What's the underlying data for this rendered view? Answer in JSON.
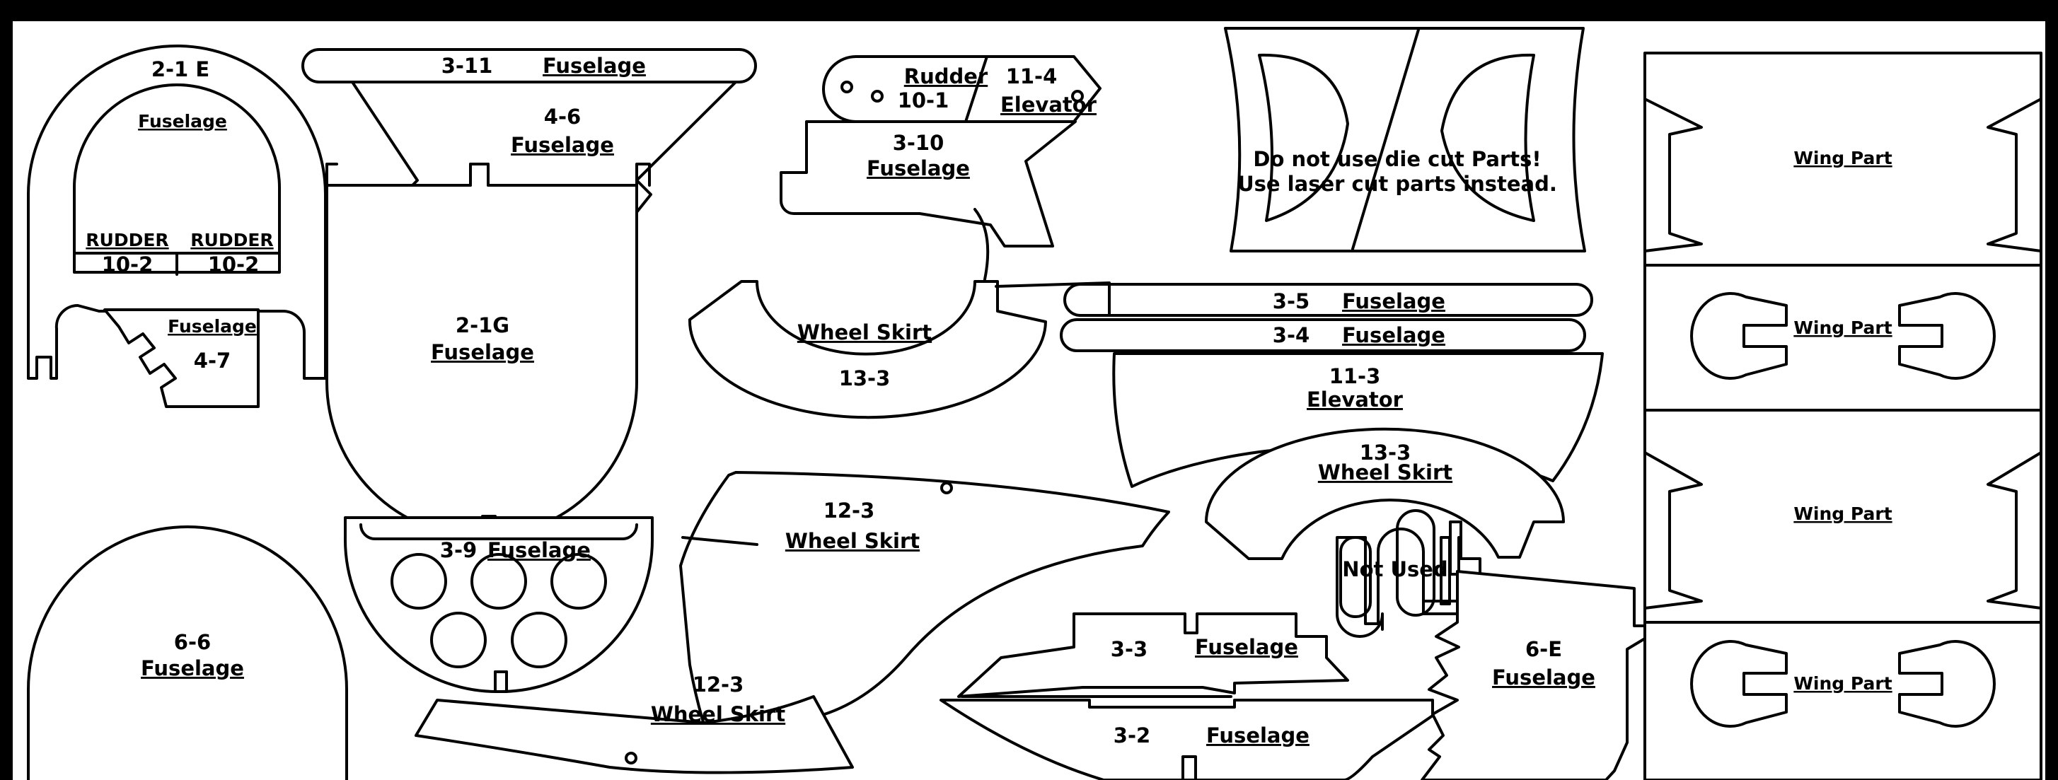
{
  "colors": {
    "frame": "#000000",
    "background": "#ffffff",
    "line": "#000000"
  },
  "parts": {
    "p2_1e": {
      "code": "2-1 E",
      "name": "Fuselage",
      "rudder_a": "RUDDER",
      "rudder_b": "RUDDER",
      "code_a": "10-2",
      "code_b": "10-2"
    },
    "p4_7": {
      "name": "Fuselage",
      "code": "4-7"
    },
    "p3_11": {
      "code": "3-11",
      "name": "Fuselage"
    },
    "p4_6": {
      "code": "4-6",
      "name": "Fuselage"
    },
    "p2_1g": {
      "code": "2-1G",
      "name": "Fuselage"
    },
    "p6_6": {
      "code": "6-6",
      "name": "Fuselage"
    },
    "p3_9": {
      "code": "3-9",
      "name": "Fuselage"
    },
    "rudder_elev": {
      "rudder": "Rudder",
      "code_rudder": "10-1",
      "code_elev": "11-4",
      "elevator": "Elevator"
    },
    "p3_10": {
      "code": "3-10",
      "name": "Fuselage"
    },
    "skirt_13_3_left": {
      "name": "Wheel Skirt",
      "code": "13-3"
    },
    "skirt_12_3_top": {
      "code": "12-3",
      "name": "Wheel Skirt"
    },
    "skirt_12_3_bottom": {
      "code": "12-3",
      "name": "Wheel Skirt"
    },
    "notice": {
      "line1": "Do not use die cut Parts!",
      "line2": "Use laser cut parts instead."
    },
    "p3_5": {
      "code": "3-5",
      "name": "Fuselage"
    },
    "p3_4": {
      "code": "3-4",
      "name": "Fuselage"
    },
    "p11_3": {
      "code": "11-3",
      "name": "Elevator"
    },
    "skirt_13_3_right": {
      "code": "13-3",
      "name": "Wheel Skirt"
    },
    "not_used": {
      "text": "Not Used"
    },
    "p3_3": {
      "code": "3-3",
      "name": "Fuselage"
    },
    "p3_2": {
      "code": "3-2",
      "name": "Fuselage"
    },
    "p6_e": {
      "code": "6-E",
      "name": "Fuselage"
    },
    "wing_parts": [
      "Wing Part",
      "Wing Part",
      "Wing Part",
      "Wing Part"
    ]
  }
}
